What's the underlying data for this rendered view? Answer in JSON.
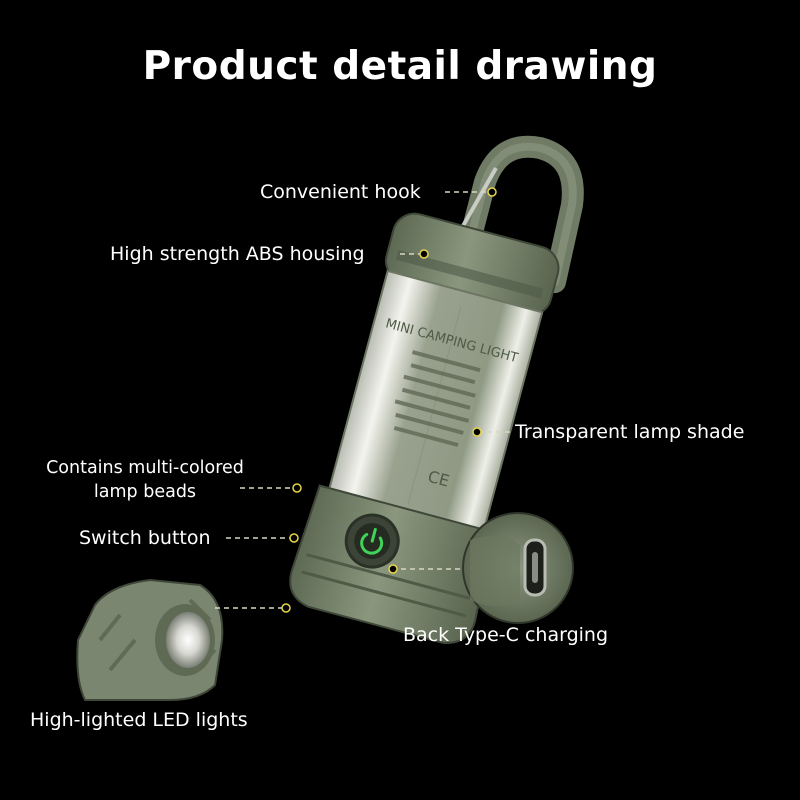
{
  "title": "Product detail drawing",
  "lamp_print": {
    "brand": "MINI CAMPING LIGHT",
    "ce_mark": "CE"
  },
  "labels": {
    "hook": "Convenient hook",
    "housing": "High strength ABS housing",
    "shade": "Transparent lamp shade",
    "beads_line1": "Contains multi-colored",
    "beads_line2": "lamp beads",
    "switch": "Switch button",
    "typec": "Back Type-C charging",
    "led": "High-lighted LED lights"
  },
  "colors": {
    "background": "#000000",
    "text": "#ffffff",
    "leader_line": "#d8d8c0",
    "leader_dot": "#e8d44a",
    "housing": "#7d8a72",
    "housing_dark": "#4f5a47",
    "switch_glow": "#3fd35a"
  }
}
